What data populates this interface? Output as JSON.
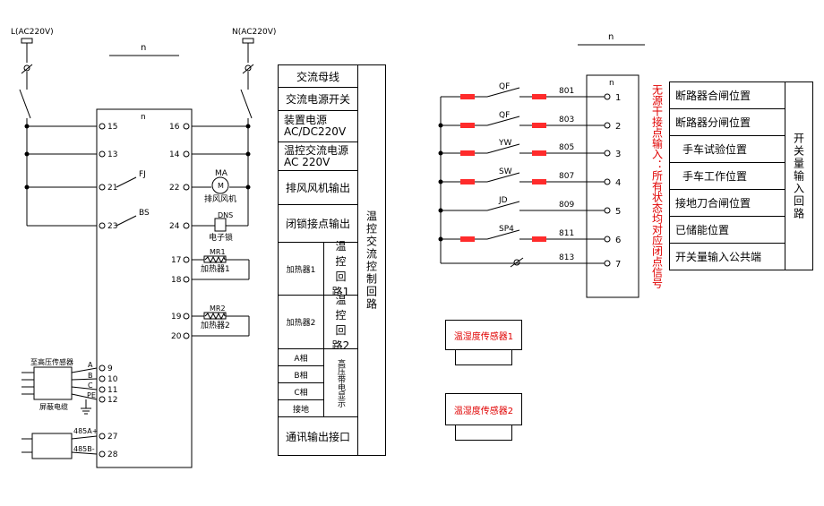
{
  "left_diagram": {
    "l_supply": "L(AC220V)",
    "n_supply": "N(AC220V)",
    "top_n": "n",
    "device_n": "n",
    "terminals": {
      "t15": "15",
      "t13": "13",
      "t21": "21",
      "t23": "23",
      "t16": "16",
      "t14": "14",
      "t22": "22",
      "t24": "24",
      "t17": "17",
      "t18": "18",
      "t19": "19",
      "t20": "20",
      "t9": "9",
      "t10": "10",
      "t11": "11",
      "t12": "12",
      "t27": "27",
      "t28": "28"
    },
    "fj": "FJ",
    "bs": "BS",
    "ma": "MA",
    "motor": "M",
    "fan_label": "排风风机",
    "dns": "DNS",
    "lock_label": "电子锁",
    "mr1": "MR1",
    "heater1": "加热器1",
    "mr2": "MR2",
    "heater2": "加热器2",
    "sensor_label": "至高压传感器",
    "phase_a": "A",
    "phase_b": "B",
    "phase_c": "C",
    "phase_pe": "PE",
    "shield_cable": "屏蔽电缆",
    "rs485a": "485A+",
    "rs485b": "485B-"
  },
  "middle_table": {
    "rows": [
      "交流母线",
      "交流电源开关",
      "装置电源\nAC/DC220V",
      "温控交流电源\nAC  220V",
      "排风风机输出",
      "闭锁接点输出"
    ],
    "heater1": "加热器1",
    "heater1_loop": "温控回路1",
    "heater2": "加热器2",
    "heater2_loop": "温控回路2",
    "phases": [
      "A相",
      "B相",
      "C相",
      "接地"
    ],
    "hv_display": "高压带电显示",
    "comm": "通讯输出接口",
    "side": "温控交流控制回路"
  },
  "right_diagram": {
    "top_n": "n",
    "device_n": "n",
    "contacts": [
      {
        "name": "QF",
        "wire": "801",
        "terminal": "1"
      },
      {
        "name": "QF",
        "wire": "803",
        "terminal": "2"
      },
      {
        "name": "YW",
        "wire": "805",
        "terminal": "3"
      },
      {
        "name": "SW",
        "wire": "807",
        "terminal": "4"
      },
      {
        "name": "JD",
        "wire": "809",
        "terminal": "5"
      },
      {
        "name": "SP4",
        "wire": "811",
        "terminal": "6"
      },
      {
        "name": "",
        "wire": "813",
        "terminal": "7"
      }
    ],
    "red_note": "无源干接点输入：所有状态均对应闭点信号",
    "sensor1": "温湿度传感器1",
    "sensor2": "温湿度传感器2"
  },
  "right_table": {
    "rows": [
      "断路器合闸位置",
      "断路器分闸位置",
      "手车试验位置",
      "手车工作位置",
      "接地刀合闸位置",
      "已储能位置",
      "开关量输入公共端"
    ],
    "side": "开关量输入回路"
  }
}
